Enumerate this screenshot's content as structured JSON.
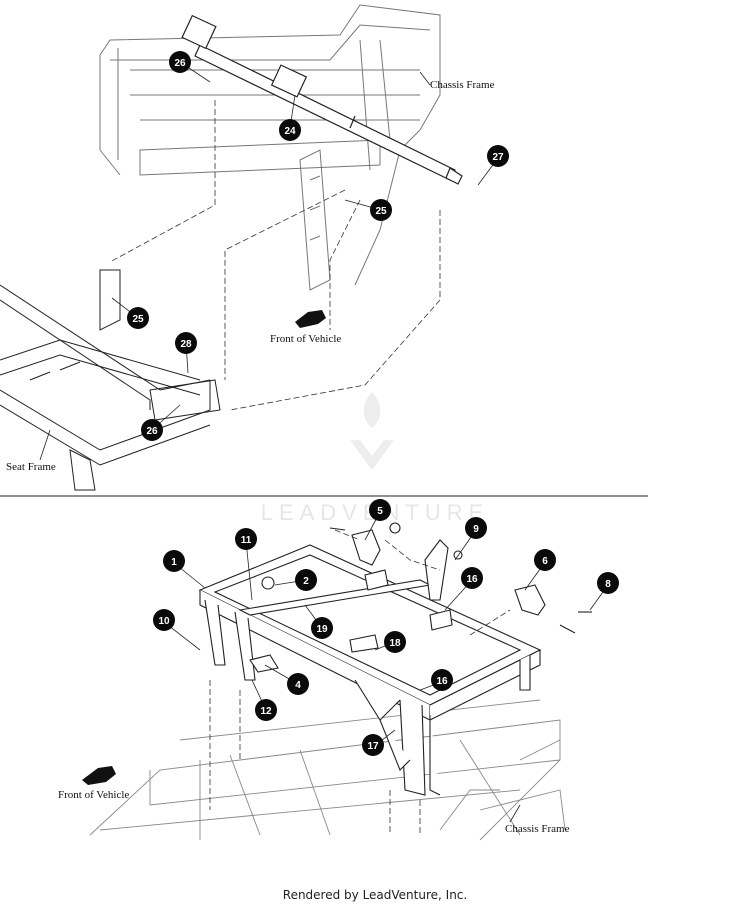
{
  "labels": {
    "chassis_frame_top": "Chassis Frame",
    "front_of_vehicle_top": "Front of Vehicle",
    "seat_frame": "Seat Frame",
    "front_of_vehicle_bottom": "Front of Vehicle",
    "chassis_frame_bottom": "Chassis Frame"
  },
  "watermark": {
    "text": "LEADVENTURE"
  },
  "footer": {
    "text": "Rendered by LeadVenture, Inc."
  },
  "callouts": [
    "26",
    "24",
    "27",
    "25",
    "25",
    "28",
    "26",
    "5",
    "9",
    "1",
    "11",
    "2",
    "16",
    "6",
    "8",
    "10",
    "19",
    "18",
    "16",
    "4",
    "12",
    "17"
  ],
  "colors": {
    "line": "#222222",
    "light_line": "#777777",
    "callout_fill": "#0a0a0a",
    "watermark": "#e6e6e6"
  }
}
